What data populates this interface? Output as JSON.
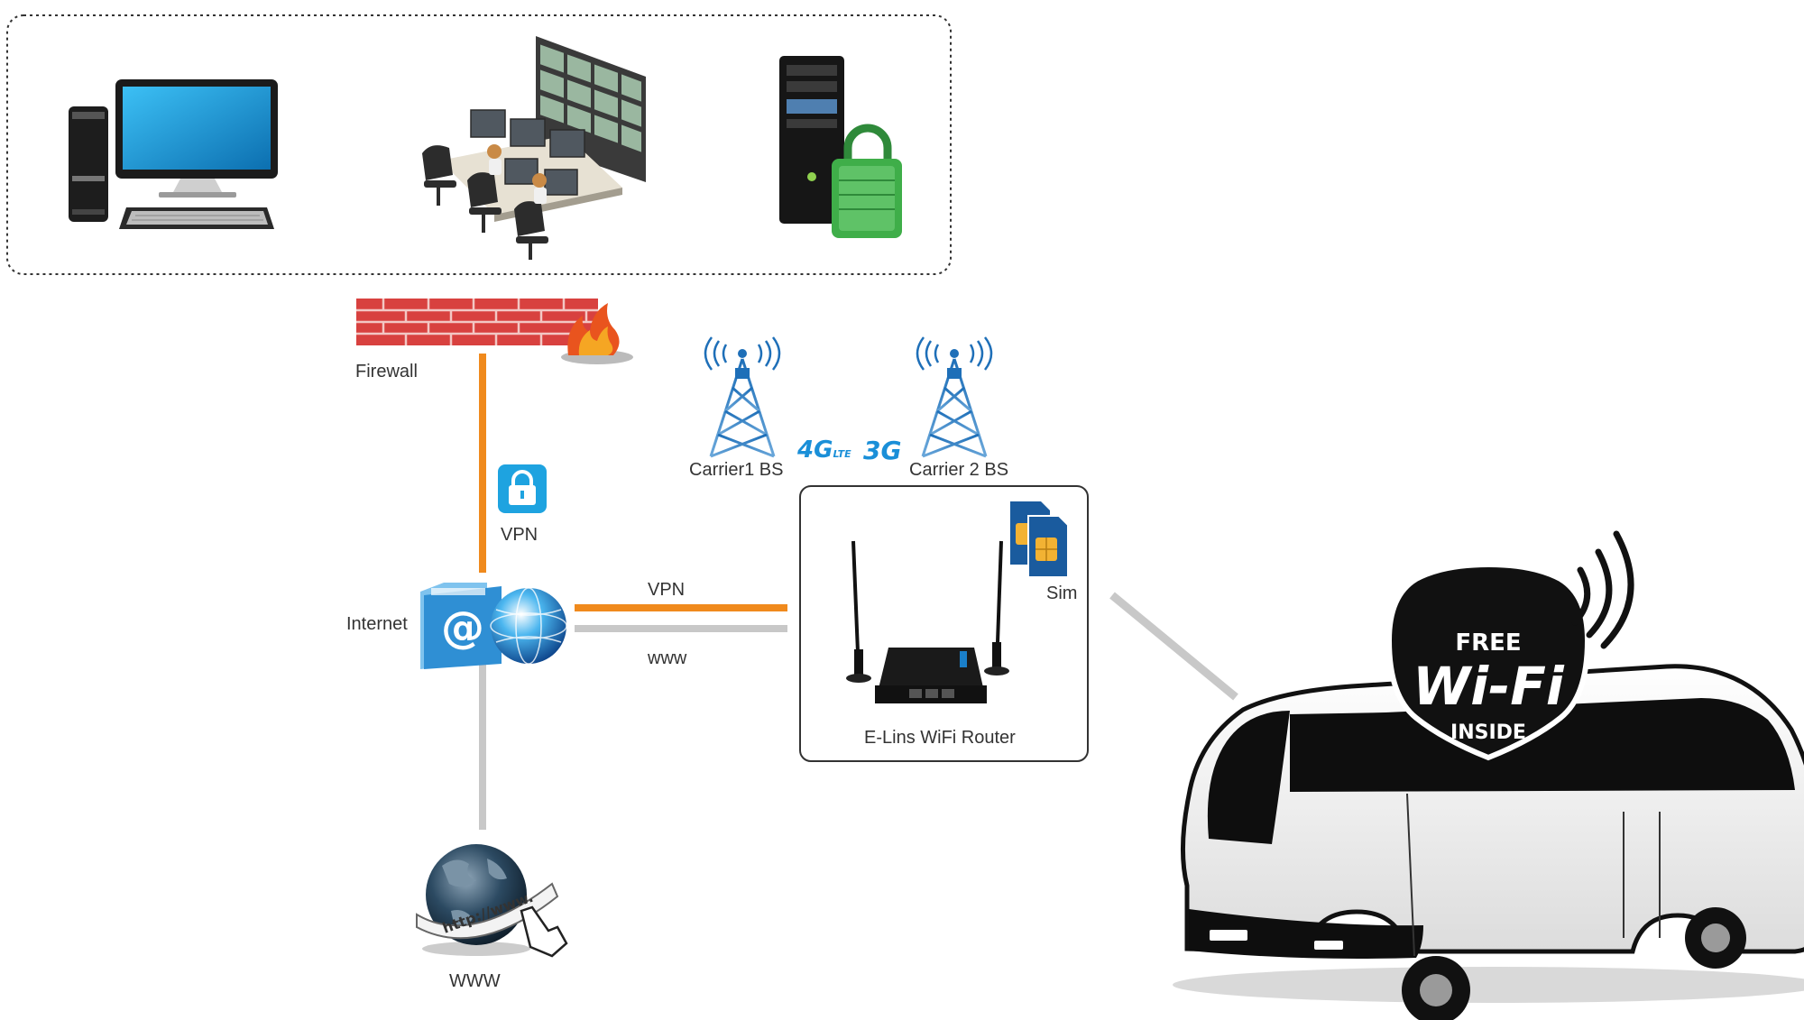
{
  "labels": {
    "firewall": "Firewall",
    "vpn_lock": "VPN",
    "internet": "Internet",
    "vpn_link": "VPN",
    "www_link": "www",
    "www_globe": "WWW",
    "carrier1": "Carrier1 BS",
    "carrier2": "Carrier 2 BS",
    "tech_4g": "4G",
    "tech_lte": "LTE",
    "tech_3g": "3G",
    "sim": "Sim",
    "router": "E-Lins WiFi Router",
    "http": "http://www.",
    "wifi_free": "FREE",
    "wifi_main": "Wi-Fi",
    "wifi_inside": "INSIDE"
  },
  "colors": {
    "vpn_line": "#f08a1d",
    "www_line": "#c8c8c8",
    "accent_blue": "#1a8fd8",
    "firewall_brick": "#d8413f",
    "lock_green": "#3fae49"
  },
  "icons": {
    "desktop": "desktop-computer-icon",
    "monitoring": "monitoring-center-icon",
    "server": "secure-server-icon",
    "firewall": "firewall-icon",
    "vpn": "lock-icon",
    "internet": "internet-email-globe-icon",
    "www": "www-globe-icon",
    "tower": "cell-tower-icon",
    "sim": "sim-card-icon",
    "router": "wifi-router-icon",
    "bus": "bus-icon",
    "wifi_badge": "free-wifi-badge-icon"
  }
}
